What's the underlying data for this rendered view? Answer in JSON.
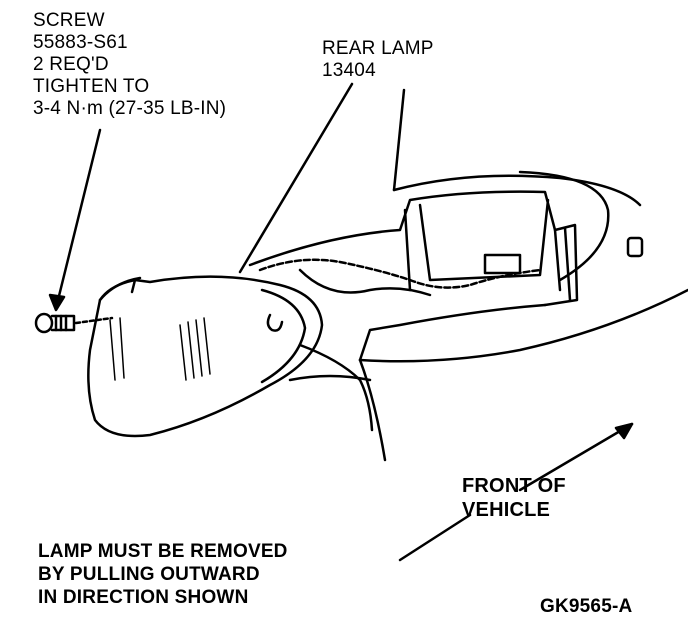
{
  "screw_callout": {
    "lines": [
      "SCREW",
      "55883-S61",
      "2 REQ'D",
      "TIGHTEN TO",
      "3-4 N·m (27-35 LB-IN)"
    ]
  },
  "rear_lamp_callout": {
    "lines": [
      "REAR LAMP",
      "13404"
    ]
  },
  "front_of_vehicle": {
    "lines": [
      "FRONT OF",
      "VEHICLE"
    ]
  },
  "instruction": {
    "lines": [
      "LAMP MUST BE REMOVED",
      "BY PULLING OUTWARD",
      "IN DIRECTION SHOWN"
    ]
  },
  "figure_id": "GK9565-A",
  "colors": {
    "ink": "#000000",
    "paper": "#ffffff"
  }
}
